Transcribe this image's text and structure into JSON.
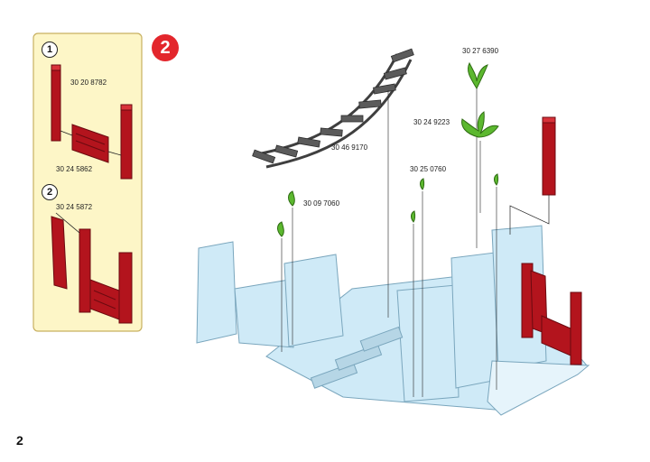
{
  "page": {
    "number": "2",
    "step": "2"
  },
  "inset": {
    "substeps": [
      {
        "number": "1",
        "parts": [
          "30 20 8782",
          "30 24 5862"
        ]
      },
      {
        "number": "2",
        "parts": [
          "30 24 5872"
        ]
      }
    ]
  },
  "parts": {
    "track": "30 46 9170",
    "palm_tall": "30 27 6390",
    "palm_bush": "30 24 9223",
    "sprout_1": "30 25 0760",
    "sprout_2": "30 09 7060"
  },
  "colors": {
    "badge": "#e3262c",
    "inset_bg": "#fdf6c7",
    "rock": "#cfeaf7",
    "gate": "#b3141d",
    "track": "#4b4b4b",
    "plant": "#5cb82f"
  }
}
